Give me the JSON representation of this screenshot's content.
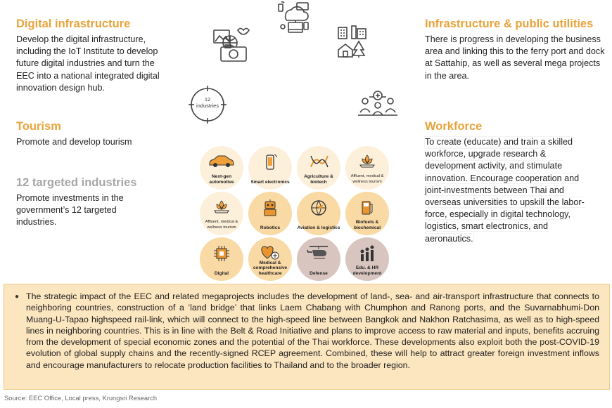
{
  "digital": {
    "title": "Digital infrastructure",
    "body": "Develop the digital infrastructure, including the IoT Institute to develop future digital industries and turn the EEC into a national integrated digital innovation design hub."
  },
  "tourism": {
    "title": "Tourism",
    "body": "Promote and develop tourism"
  },
  "industries": {
    "title": "12 targeted industries",
    "body": "Promote investments in the government’s 12 targeted industries."
  },
  "infrastructure": {
    "title": "Infrastructure & public utilities",
    "body": "There is progress in developing the business area and linking this to the ferry port and dock at Sattahip, as well as several mega projects in the area."
  },
  "workforce": {
    "title": "Workforce",
    "body": "To create (educate) and train a skilled workforce, upgrade research & development activity, and stimulate innovation. Encourage cooperation and joint-investments between Thai and overseas universities to upskill the labor-force, especially in digital technology, logistics, smart electronics, and aeronautics."
  },
  "target_icon": {
    "number": "12",
    "label": "industries",
    "icon": "crosshair-icon"
  },
  "top_icons": [
    "iot-devices-icon",
    "tourism-camera-icon",
    "city-buildings-icon",
    "people-network-icon"
  ],
  "industry_circles": [
    {
      "label": "Next-gen automotive",
      "icon": "car-icon",
      "style": "light"
    },
    {
      "label": "Smart electronics",
      "icon": "phone-icon",
      "style": "light"
    },
    {
      "label": "Agriculture & biotech",
      "icon": "dna-icon",
      "style": "light"
    },
    {
      "label": "Affluent, medical & wellness tourism",
      "icon": "spa-icon",
      "style": "light",
      "small": true
    },
    {
      "label": "Affluent, medical & wellness tourism",
      "icon": "spa-icon",
      "style": "light",
      "small": true
    },
    {
      "label": "Robotics",
      "icon": "robot-icon",
      "style": "mid"
    },
    {
      "label": "Aviation & logistics",
      "icon": "plane-globe-icon",
      "style": "mid"
    },
    {
      "label": "Biofuels & biochemical",
      "icon": "fuel-pump-icon",
      "style": "mid"
    },
    {
      "label": "Digital",
      "icon": "chip-icon",
      "style": "mid"
    },
    {
      "label": "Medical & comprehensive healthcare",
      "icon": "medical-icon",
      "style": "mid"
    },
    {
      "label": "Defense",
      "icon": "helicopter-icon",
      "style": "grey"
    },
    {
      "label": "Edu. & HR development",
      "icon": "growth-people-icon",
      "style": "grey"
    }
  ],
  "summary": {
    "bullet": "●",
    "text": "The strategic impact of the EEC and related megaprojects includes the development of land-, sea- and air-transport infrastructure that connects to neighboring countries, construction of a ‘land bridge’ that links Laem Chabang with Chumphon and Ranong ports, and the Suvarnabhumi-Don Muang-U-Tapao highspeed rail-link, which will connect to the high-speed line between Bangkok and Nakhon Ratchasima, as well as to high-speed lines in neighboring countries. This is in line with the Belt & Road Initiative and plans to improve access to raw material and inputs, benefits accruing from the development of special economic zones and the potential of the Thai workforce. These developments also exploit both the post-COVID-19 evolution of global supply chains and the recently-signed RCEP agreement. Combined, these will help to attract greater foreign investment inflows and encourage manufacturers to relocate production facilities to Thailand and to the broader region."
  },
  "source": "Source: EEC Office, Local press, Krungsri Research",
  "colors": {
    "accent": "#e8a33a",
    "muted_title": "#a6a6a6",
    "summary_bg": "#fce6c0"
  }
}
